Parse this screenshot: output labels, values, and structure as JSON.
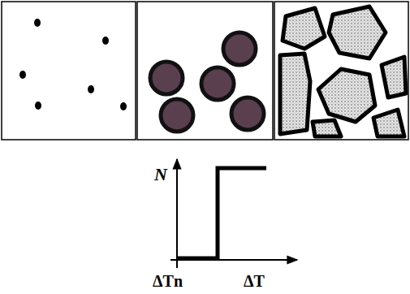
{
  "diagram": {
    "labels": [
      "N",
      "ΔTn",
      "ΔT"
    ]
  }
}
